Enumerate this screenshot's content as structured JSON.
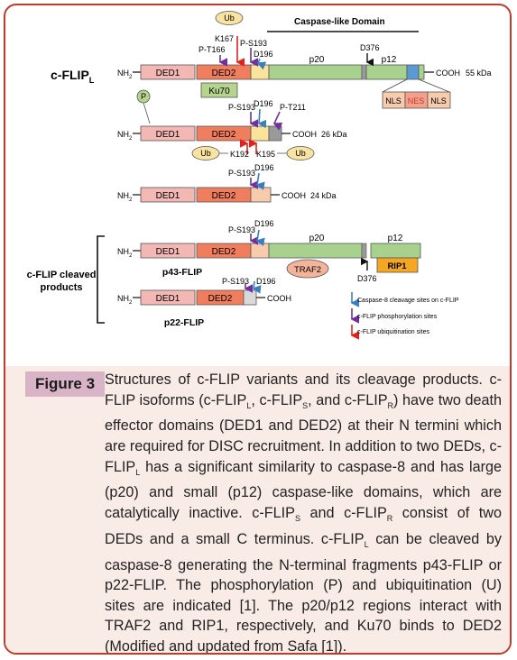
{
  "figure": {
    "label": "Figure 3",
    "caption": [
      "Structures of c-FLIP variants and its cleavage products. c-FLIP isoforms (c-FLIP",
      "L",
      ", c-FLIP",
      "S",
      ", and c-FLIP",
      "R",
      ") have two death effector domains (DED1 and DED2) at their N termini which are required for DISC recruitment. In addition to two DEDs, c-FLIP",
      "L",
      " has a significant similarity to caspase-8 and has large (p20) and small (p12) caspase-like domains, which are catalytically inactive. c-FLIP",
      "S",
      " and c-FLIP",
      "R",
      " consist of two DEDs and a small C terminus. c-FLIP",
      "L",
      " can be cleaved by caspase-8 generating the N-terminal fragments p43-FLIP or p22-FLIP. The phosphorylation (P) and ubiquitination (U) sites are indicated [1]. The p20/p12 regions interact with TRAF2 and RIP1, respectively, and Ku70 binds to DED2 (Modified and updated from Safa [1])."
    ]
  },
  "diagram": {
    "flipL": {
      "name": "c-FLIP",
      "sub": "L",
      "nh2": "NH",
      "nh2sub": "2",
      "ded1": "DED1",
      "ded2": "DED2",
      "p20": "p20",
      "p12": "p12",
      "cooh": "COOH",
      "size": "55 kDa",
      "caspase_domain": "Caspase-like Domain",
      "ub": "Ub",
      "k167": "K167",
      "pt166": "P-T166",
      "ps193": "P-S193",
      "d196": "D196",
      "d376": "D376",
      "ku70": "Ku70",
      "nls1": "NLS",
      "nes": "NES",
      "nls2": "NLS"
    },
    "flipS": {
      "p_marker": "P",
      "nh2": "NH",
      "nh2sub": "2",
      "ded1": "DED1",
      "ded2": "DED2",
      "ps193": "P-S193",
      "d196": "D196",
      "pt211": "P-T211",
      "cooh": "COOH",
      "size": "26 kDa",
      "ub1": "Ub",
      "ub2": "Ub",
      "k192": "K192",
      "k195": "K195"
    },
    "flipR": {
      "nh2": "NH",
      "nh2sub": "2",
      "ded1": "DED1",
      "ded2": "DED2",
      "ps193": "P-S193",
      "d196": "D196",
      "cooh": "COOH",
      "size": "24 kDa"
    },
    "cleaved": {
      "label_line1": "c-FLIP cleaved",
      "label_line2": "products",
      "p43": {
        "nh2": "NH",
        "nh2sub": "2",
        "ded1": "DED1",
        "ded2": "DED2",
        "ps193": "P-S193",
        "d196": "D196",
        "p20": "p20",
        "p12": "p12",
        "traf2": "TRAF2",
        "rip1": "RIP1",
        "d376": "D376",
        "name": "p43-FLIP"
      },
      "p22": {
        "nh2": "NH",
        "nh2sub": "2",
        "ded1": "DED1",
        "ded2": "DED2",
        "ps193": "P-S193",
        "d196": "D196",
        "cooh": "COOH",
        "name": "p22-FLIP"
      }
    },
    "legend": {
      "cleavage": "Caspase-8 cleavage sites on c-FLIP",
      "phospho": "c-FLIP phosphorylation sites",
      "ubiq": "c-FLIP ubiquitination sites"
    },
    "colors": {
      "ded1": "#f4b8b4",
      "ded2": "#f07e5e",
      "yellow": "#fbe39b",
      "green": "#a9d18e",
      "grey": "#9a9a9a",
      "blue": "#5b9bd5",
      "ub": "#f8e3a0",
      "ku70": "#b5d58f",
      "nls": "#f8cbad",
      "nes": "#f4a08c",
      "traf2": "#f4b49a",
      "rip1": "#f5a623",
      "arrow_blue": "#3a7ebf",
      "arrow_purple": "#7030a0",
      "arrow_red": "#e3201b",
      "frame": "#c23b2a"
    }
  }
}
